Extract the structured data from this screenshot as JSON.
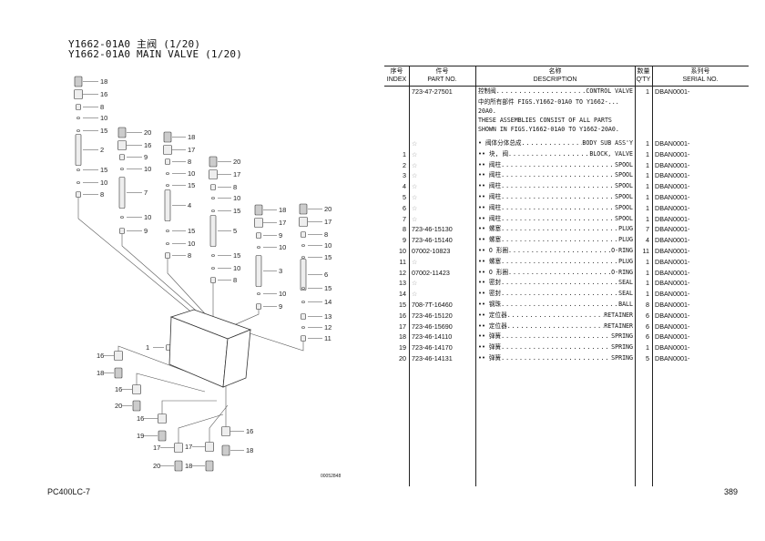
{
  "header": {
    "title_cn": "Y1662-01A0 主阀 (1/20)",
    "title_en": "Y1662-01A0 MAIN VALVE (1/20)"
  },
  "table": {
    "headers": {
      "index_cn": "序号",
      "index_en": "INDEX",
      "part_cn": "件号",
      "part_en": "PART NO.",
      "desc_cn": "名称",
      "desc_en": "DESCRIPTION",
      "qty_cn": "数量",
      "qty_en": "Q'TY",
      "serial_cn": "系列号",
      "serial_en": "SERIAL NO."
    },
    "assembly": {
      "part": "723-47-27501",
      "desc_cn": "控制阀",
      "desc_en": "CONTROL VALVE",
      "qty": "1",
      "serial": "DBAN0001-"
    },
    "notes": [
      "中的所有部件 FIGS.Y1662-01A0 TO Y1662-...",
      "   20A0.",
      "   THESE ASSEMBLIES CONSIST OF ALL PARTS",
      "   SHOWN IN FIGS.Y1662-01A0 TO Y1662-20A0."
    ],
    "rows": [
      {
        "index": "",
        "part": "☆",
        "desc_cn": "• 阀体分体总成",
        "desc_en": "BODY SUB ASS'Y",
        "qty": "1",
        "serial": "DBAN0001-"
      },
      {
        "index": "1",
        "part": "☆",
        "desc_cn": "•• 块, 阀",
        "desc_en": "BLOCK, VALVE",
        "qty": "1",
        "serial": "DBAN0001-"
      },
      {
        "index": "2",
        "part": "☆",
        "desc_cn": "•• 阀柱",
        "desc_en": "SPOOL",
        "qty": "1",
        "serial": "DBAN0001-"
      },
      {
        "index": "3",
        "part": "☆",
        "desc_cn": "•• 阀柱",
        "desc_en": "SPOOL",
        "qty": "1",
        "serial": "DBAN0001-"
      },
      {
        "index": "4",
        "part": "☆",
        "desc_cn": "•• 阀柱",
        "desc_en": "SPOOL",
        "qty": "1",
        "serial": "DBAN0001-"
      },
      {
        "index": "5",
        "part": "☆",
        "desc_cn": "•• 阀柱",
        "desc_en": "SPOOL",
        "qty": "1",
        "serial": "DBAN0001-"
      },
      {
        "index": "6",
        "part": "☆",
        "desc_cn": "•• 阀柱",
        "desc_en": "SPOOL",
        "qty": "1",
        "serial": "DBAN0001-"
      },
      {
        "index": "7",
        "part": "☆",
        "desc_cn": "•• 阀柱",
        "desc_en": "SPOOL",
        "qty": "1",
        "serial": "DBAN0001-"
      },
      {
        "index": "8",
        "part": "723-46-15130",
        "desc_cn": "•• 螺塞",
        "desc_en": "PLUG",
        "qty": "7",
        "serial": "DBAN0001-"
      },
      {
        "index": "9",
        "part": "723-46-15140",
        "desc_cn": "•• 螺塞",
        "desc_en": "PLUG",
        "qty": "4",
        "serial": "DBAN0001-"
      },
      {
        "index": "10",
        "part": "07002-10823",
        "desc_cn": "•• O 形圈",
        "desc_en": "O-RING",
        "qty": "11",
        "serial": "DBAN0001-"
      },
      {
        "index": "11",
        "part": "☆",
        "desc_cn": "•• 螺塞",
        "desc_en": "PLUG",
        "qty": "1",
        "serial": "DBAN0001-"
      },
      {
        "index": "12",
        "part": "07002-11423",
        "desc_cn": "•• O 形圈",
        "desc_en": "O-RING",
        "qty": "1",
        "serial": "DBAN0001-"
      },
      {
        "index": "13",
        "part": "☆",
        "desc_cn": "•• 密封",
        "desc_en": "SEAL",
        "qty": "1",
        "serial": "DBAN0001-"
      },
      {
        "index": "14",
        "part": "☆",
        "desc_cn": "•• 密封",
        "desc_en": "SEAL",
        "qty": "1",
        "serial": "DBAN0001-"
      },
      {
        "index": "15",
        "part": "708-7T-16460",
        "desc_cn": "•• 钢珠",
        "desc_en": "BALL",
        "qty": "8",
        "serial": "DBAN0001-"
      },
      {
        "index": "16",
        "part": "723-46-15120",
        "desc_cn": "•• 定位器",
        "desc_en": "RETAINER",
        "qty": "6",
        "serial": "DBAN0001-"
      },
      {
        "index": "17",
        "part": "723-46-15690",
        "desc_cn": "•• 定位器",
        "desc_en": "RETAINER",
        "qty": "6",
        "serial": "DBAN0001-"
      },
      {
        "index": "18",
        "part": "723-46-14110",
        "desc_cn": "•• 弹簧",
        "desc_en": "SPRING",
        "qty": "6",
        "serial": "DBAN0001-"
      },
      {
        "index": "19",
        "part": "723-46-14170",
        "desc_cn": "•• 弹簧",
        "desc_en": "SPRING",
        "qty": "1",
        "serial": "DBAN0001-"
      },
      {
        "index": "20",
        "part": "723-46-14131",
        "desc_cn": "•• 弹簧",
        "desc_en": "SPRING",
        "qty": "5",
        "serial": "DBAN0001-"
      }
    ]
  },
  "diagram": {
    "figure_code": "00052848",
    "callouts": [
      "18",
      "16",
      "8",
      "10",
      "15",
      "2",
      "15",
      "10",
      "8",
      "20",
      "16",
      "9",
      "10",
      "7",
      "10",
      "9",
      "18",
      "17",
      "8",
      "10",
      "15",
      "4",
      "15",
      "10",
      "8",
      "20",
      "17",
      "8",
      "10",
      "15",
      "5",
      "15",
      "10",
      "8",
      "18",
      "17",
      "9",
      "10",
      "3",
      "10",
      "9",
      "20",
      "17",
      "8",
      "10",
      "15",
      "6",
      "15",
      "14",
      "13",
      "12",
      "11",
      "1",
      "16",
      "18",
      "16",
      "20",
      "16",
      "19",
      "17",
      "17",
      "20",
      "18",
      "16",
      "18"
    ]
  },
  "footer": {
    "model": "PC400LC-7",
    "page": "389"
  }
}
